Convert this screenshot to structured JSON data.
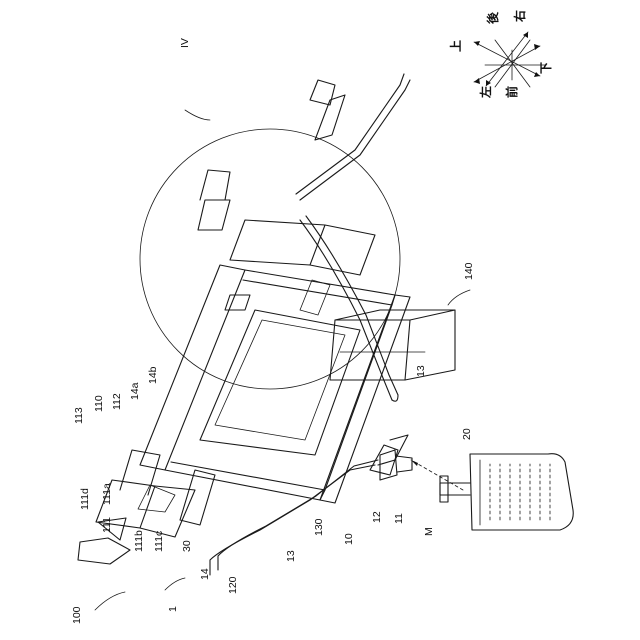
{
  "labels": {
    "l100": "100",
    "l1": "1",
    "l14": "14",
    "l30": "30",
    "l111c": "111c",
    "l111b": "111b",
    "l111": "111",
    "l111a": "111a",
    "l111d": "111d",
    "l113": "113",
    "l110": "110",
    "l112": "112",
    "l14a": "14a",
    "l14b": "14b",
    "l120": "120",
    "l13a": "13",
    "l130": "130",
    "l10": "10",
    "lM": "M",
    "l11": "11",
    "l12": "12",
    "l20": "20",
    "l13b": "13",
    "l140": "140",
    "lIV": "IV"
  },
  "directions": {
    "up": "上",
    "down": "下",
    "left": "左",
    "right": "右",
    "front": "前",
    "back": "後"
  }
}
